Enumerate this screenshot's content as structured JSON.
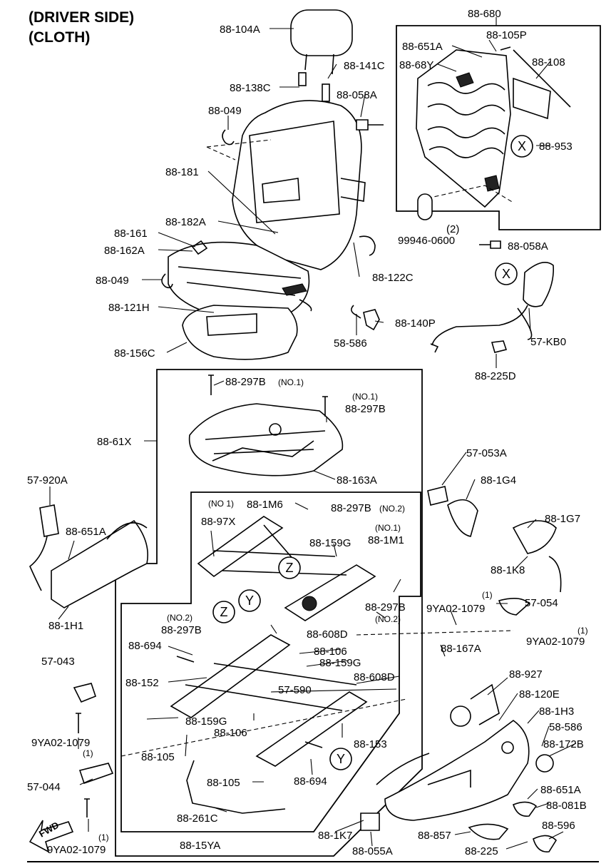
{
  "title": {
    "line1": "(DRIVER SIDE)",
    "line2": "(CLOTH)"
  },
  "fwd_label": "FWD",
  "callouts": {
    "x": "X",
    "y": "Y",
    "z": "Z"
  },
  "labels": {
    "l_88_680": "88-680",
    "l_88_104A": "88-104A",
    "l_88_651A_top": "88-651A",
    "l_88_105P": "88-105P",
    "l_88_68Y": "88-68Y",
    "l_88_108": "88-108",
    "l_88_141C": "88-141C",
    "l_88_138C": "88-138C",
    "l_88_058A_top": "88-058A",
    "l_88_049_top": "88-049",
    "l_88_953": "88-953",
    "l_88_181": "88-181",
    "l_88_182A": "88-182A",
    "l_88_161": "88-161",
    "l_88_162A": "88-162A",
    "l_99946_0600": "99946-0600",
    "l_qty2": "(2)",
    "l_88_058A_mid": "88-058A",
    "l_88_049_mid": "88-049",
    "l_88_122C": "88-122C",
    "l_88_121H": "88-121H",
    "l_88_140P": "88-140P",
    "l_58_586_mid": "58-586",
    "l_88_156C": "88-156C",
    "l_57_KB0": "57-KB0",
    "l_88_225D": "88-225D",
    "l_88_297B_a": "88-297B",
    "l_no1_a": "(NO.1)",
    "l_no1_b": "(NO.1)",
    "l_88_297B_b": "88-297B",
    "l_88_61X": "88-61X",
    "l_88_163A": "88-163A",
    "l_57_053A": "57-053A",
    "l_57_920A": "57-920A",
    "l_88_1G4": "88-1G4",
    "l_no1_c": "(NO 1)",
    "l_88_1M6": "88-1M6",
    "l_88_297B_c": "88-297B",
    "l_no2_c": "(NO.2)",
    "l_88_97X": "88-97X",
    "l_88_159G_a": "88-159G",
    "l_no1_d": "(NO.1)",
    "l_88_1M1": "88-1M1",
    "l_88_1G7": "88-1G7",
    "l_88_651A_left": "88-651A",
    "l_88_1K8": "88-1K8",
    "l_88_1H1": "88-1H1",
    "l_88_297B_d": "88-297B",
    "l_no2_d": "(NO.2)",
    "l_9YA02_1079_a": "9YA02-1079",
    "l_q1_a": "(1)",
    "l_57_054": "57-054",
    "l_no2_e": "(NO.2)",
    "l_88_297B_e": "88-297B",
    "l_88_608D_a": "88-608D",
    "l_88_167A": "88-167A",
    "l_q1_b": "(1)",
    "l_9YA02_1079_b": "9YA02-1079",
    "l_88_694_a": "88-694",
    "l_88_106_a": "88-106",
    "l_88_159G_b": "88-159G",
    "l_57_043": "57-043",
    "l_88_152": "88-152",
    "l_88_608D_b": "88-608D",
    "l_88_927": "88-927",
    "l_57_590": "57-590",
    "l_88_120E": "88-120E",
    "l_88_1H3": "88-1H3",
    "l_88_159G_c": "88-159G",
    "l_58_586_low": "58-586",
    "l_88_106_b": "88-106",
    "l_88_153": "88-153",
    "l_88_172B": "88-172B",
    "l_9YA02_1079_c": "9YA02-1079",
    "l_q1_c": "(1)",
    "l_88_105_a": "88-105",
    "l_88_694_b": "88-694",
    "l_57_044": "57-044",
    "l_88_105_b": "88-105",
    "l_88_651A_low": "88-651A",
    "l_88_081B": "88-081B",
    "l_88_261C": "88-261C",
    "l_88_1K7": "88-1K7",
    "l_88_857": "88-857",
    "l_88_596": "88-596",
    "l_q1_d": "(1)",
    "l_9YA02_1079_d": "9YA02-1079",
    "l_88_15YA": "88-15YA",
    "l_88_055A": "88-055A",
    "l_88_225": "88-225"
  }
}
